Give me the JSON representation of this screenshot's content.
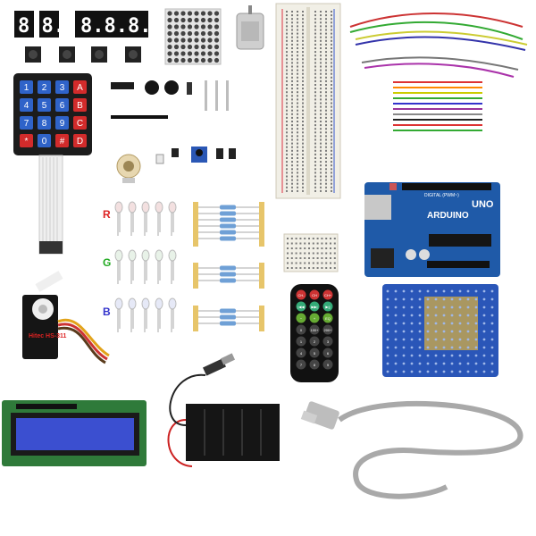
{
  "segment_display_single": "8.8.",
  "segment_display_quad": "8.8.8.8.",
  "keypad": {
    "rows": [
      [
        "1",
        "2",
        "3",
        "A"
      ],
      [
        "4",
        "5",
        "6",
        "B"
      ],
      [
        "7",
        "8",
        "9",
        "C"
      ],
      [
        "*",
        "0",
        "#",
        "D"
      ]
    ]
  },
  "led_rows": {
    "red_label": "R",
    "green_label": "G",
    "blue_label": "B"
  },
  "servo_label": "Hitec HS-311",
  "arduino": {
    "brand": "ARDUINO",
    "model": "UNO",
    "header_label": "DIGITAL (PWM~)"
  },
  "remote_keys": [
    "CH-",
    "CH",
    "CH+",
    "|◀◀",
    "▶▶|",
    "▶||",
    "−",
    "+",
    "EQ",
    "0",
    "100+",
    "200+",
    "1",
    "2",
    "3",
    "4",
    "5",
    "6",
    "7",
    "8",
    "9"
  ],
  "colors": {
    "keypad_blue": "#2f63c9",
    "keypad_red": "#d22b2b",
    "arduino_blue": "#1f5aa8",
    "breadboard": "#f1efe6",
    "lcd_screen": "#3b4fd0",
    "lcd_board": "#2f7a3a"
  }
}
